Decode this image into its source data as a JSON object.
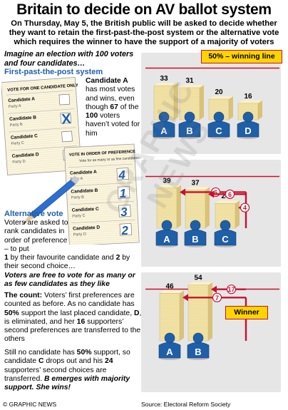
{
  "title": "Britain to decide on AV ballot system",
  "intro": "On Thursday, May 5, the British public will be asked to decide whether they want to retain the first-past-the-post system or the alternative vote which requires the winner to have the support of a majority of voters",
  "imagine": "Imagine an election with 100 voters and four candidates…",
  "fptp_heading": "First-past-the-post system",
  "ballot1": {
    "header": "VOTE FOR ONE CANDIDATE ONLY",
    "rows": [
      {
        "name": "Candidate A",
        "party": "Party A",
        "mark": ""
      },
      {
        "name": "Candidate B",
        "party": "Party B",
        "mark": "X"
      },
      {
        "name": "Candidate C",
        "party": "Party C",
        "mark": ""
      },
      {
        "name": "Candidate D",
        "party": "Party D",
        "mark": ""
      }
    ]
  },
  "ballot2": {
    "header": "VOTE IN ORDER OF PREFERENCE",
    "sub": "Vote for as many or as few candidates as you wish",
    "rows": [
      {
        "name": "Candidate A",
        "party": "Party A",
        "mark": "4"
      },
      {
        "name": "Candidate B",
        "party": "Party B",
        "mark": "1"
      },
      {
        "name": "Candidate C",
        "party": "Party C",
        "mark": "3"
      },
      {
        "name": "Candidate D",
        "party": "Party D",
        "mark": "2"
      }
    ]
  },
  "fptp_text": {
    "lead": "Candidate A",
    "body1": "has most votes and wins, even though",
    "num": "67",
    "body2": "of the",
    "num2": "100",
    "body3": "voters haven’t voted for him"
  },
  "av_heading": "Alternative vote",
  "av_text": "Voters are asked to rank candidates in order of preference – to put",
  "av_one": "1",
  "av_text2": "by their favourite candidate and",
  "av_two": "2",
  "av_text3": "by their second choice…",
  "av_italic": "Voters are free to vote for as many or as few candidates as they like",
  "count": {
    "lead": "The count:",
    "t1": "Voters’ first preferences are counted as before. As no candidate has",
    "pct": "50%",
    "t2": "support the last placed candidate,",
    "d": "D",
    "t3": ", is eliminated, and her",
    "n16": "16",
    "t4": "supporters’ second preferences are transferred to the others"
  },
  "still": {
    "t1": "Still no candidate has",
    "pct": "50%",
    "t2": "support, so candidate",
    "c": "C",
    "t3": "drops out and his",
    "n24": "24",
    "t4": "supporters’ second choices are transferred.",
    "wins": "B emerges with majority support. She wins!"
  },
  "winning_line_label": "50% – winning line",
  "winner_label": "Winner",
  "chart_data": [
    {
      "type": "bar",
      "categories": [
        "A",
        "B",
        "C",
        "D"
      ],
      "values": [
        33,
        31,
        20,
        16
      ]
    },
    {
      "type": "bar",
      "categories": [
        "A",
        "B",
        "C"
      ],
      "values": [
        39,
        37,
        24
      ],
      "transfers": [
        "6",
        "6",
        "4"
      ]
    },
    {
      "type": "bar",
      "categories": [
        "A",
        "B"
      ],
      "values": [
        46,
        54
      ],
      "transfers": [
        "7",
        "17"
      ]
    }
  ],
  "footer_left": "© GRAPHIC NEWS",
  "footer_source": "Source: Electoral Reform Society",
  "watermark": "GRAPHIC NEWS",
  "colors": {
    "accent": "#c8102e",
    "blue": "#1f5fa8",
    "stack": "#f3e3a6",
    "panel": "#e6e6e6",
    "figure": "#1f5fa8",
    "callout": "#ffd400"
  }
}
